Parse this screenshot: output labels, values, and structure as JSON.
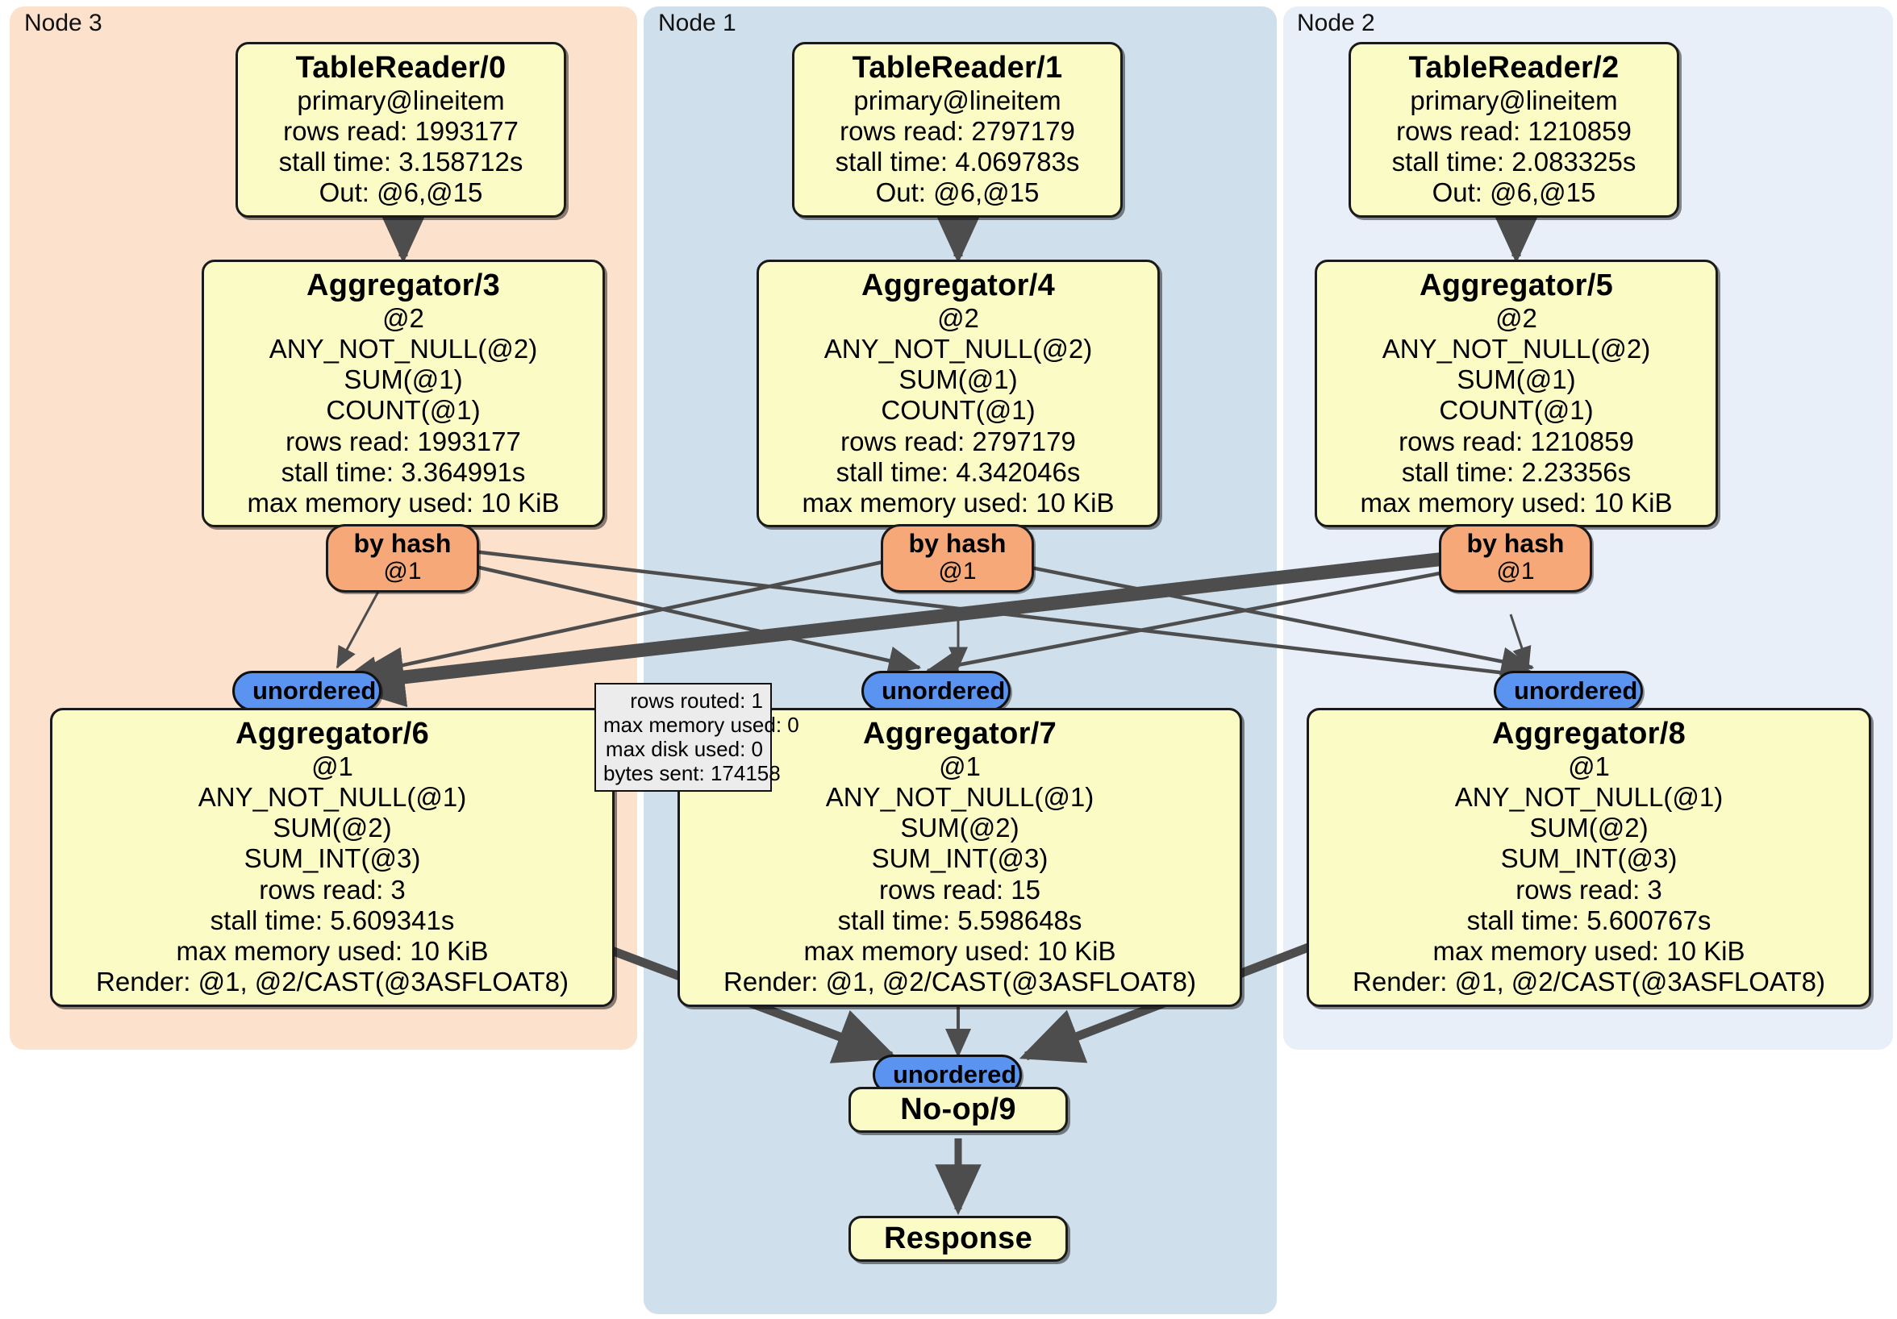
{
  "diagram": {
    "type": "distributed-query-plan",
    "colors": {
      "node3_region": "#fce1cd",
      "node1_region": "#cfdfec",
      "node2_region": "#e9eff9",
      "processor_fill": "#fbfbc6",
      "router_fill": "#f7a878",
      "sync_fill": "#5b93f0",
      "tooltip_fill": "#ececec",
      "edge_stroke": "#4d4d4d",
      "border": "#1a1a1a"
    },
    "regions": [
      {
        "id": "node3",
        "label": "Node 3"
      },
      {
        "id": "node1",
        "label": "Node 1"
      },
      {
        "id": "node2",
        "label": "Node 2"
      }
    ],
    "processors": {
      "table_reader_0": {
        "title": "TableReader/0",
        "lines": [
          "primary@lineitem",
          "rows read: 1993177",
          "stall time: 3.158712s",
          "Out: @6,@15"
        ]
      },
      "table_reader_1": {
        "title": "TableReader/1",
        "lines": [
          "primary@lineitem",
          "rows read: 2797179",
          "stall time: 4.069783s",
          "Out: @6,@15"
        ]
      },
      "table_reader_2": {
        "title": "TableReader/2",
        "lines": [
          "primary@lineitem",
          "rows read: 1210859",
          "stall time: 2.083325s",
          "Out: @6,@15"
        ]
      },
      "aggregator_3": {
        "title": "Aggregator/3",
        "lines": [
          "@2",
          "ANY_NOT_NULL(@2)",
          "SUM(@1)",
          "COUNT(@1)",
          "rows read: 1993177",
          "stall time: 3.364991s",
          "max memory used: 10 KiB"
        ]
      },
      "aggregator_4": {
        "title": "Aggregator/4",
        "lines": [
          "@2",
          "ANY_NOT_NULL(@2)",
          "SUM(@1)",
          "COUNT(@1)",
          "rows read: 2797179",
          "stall time: 4.342046s",
          "max memory used: 10 KiB"
        ]
      },
      "aggregator_5": {
        "title": "Aggregator/5",
        "lines": [
          "@2",
          "ANY_NOT_NULL(@2)",
          "SUM(@1)",
          "COUNT(@1)",
          "rows read: 1210859",
          "stall time: 2.23356s",
          "max memory used: 10 KiB"
        ]
      },
      "aggregator_6": {
        "title": "Aggregator/6",
        "lines": [
          "@1",
          "ANY_NOT_NULL(@1)",
          "SUM(@2)",
          "SUM_INT(@3)",
          "rows read: 3",
          "stall time: 5.609341s",
          "max memory used: 10 KiB",
          "Render: @1, @2/CAST(@3ASFLOAT8)"
        ]
      },
      "aggregator_7": {
        "title": "Aggregator/7",
        "lines": [
          "@1",
          "ANY_NOT_NULL(@1)",
          "SUM(@2)",
          "SUM_INT(@3)",
          "rows read: 15",
          "stall time: 5.598648s",
          "max memory used: 10 KiB",
          "Render: @1, @2/CAST(@3ASFLOAT8)"
        ]
      },
      "aggregator_8": {
        "title": "Aggregator/8",
        "lines": [
          "@1",
          "ANY_NOT_NULL(@1)",
          "SUM(@2)",
          "SUM_INT(@3)",
          "rows read: 3",
          "stall time: 5.600767s",
          "max memory used: 10 KiB",
          "Render: @1, @2/CAST(@3ASFLOAT8)"
        ]
      },
      "noop_9": {
        "title": "No-op/9",
        "lines": []
      },
      "response": {
        "title": "Response",
        "lines": []
      }
    },
    "routers": {
      "by_hash_3": {
        "title": "by hash",
        "column": "@1"
      },
      "by_hash_4": {
        "title": "by hash",
        "column": "@1"
      },
      "by_hash_5": {
        "title": "by hash",
        "column": "@1"
      }
    },
    "synchronizers": {
      "unordered_6": {
        "label": "unordered"
      },
      "unordered_7": {
        "label": "unordered"
      },
      "unordered_8": {
        "label": "unordered"
      },
      "unordered_9": {
        "label": "unordered"
      }
    },
    "stream_stats_tooltip": {
      "lines": [
        "rows routed: 1",
        "max memory used: 0",
        "max disk used: 0",
        "bytes sent: 174158"
      ]
    }
  }
}
